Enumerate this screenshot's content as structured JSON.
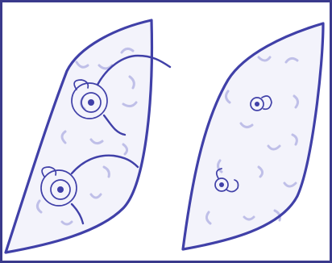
{
  "figure": {
    "panels": [
      {
        "id": "left-cell",
        "spore_count": 2
      },
      {
        "id": "right-cell",
        "spore_count": 2
      }
    ]
  },
  "colors": {
    "frame": "#3a3a8c",
    "ink": "#4040a8",
    "faint": "#b9b9e6",
    "shade": "#e9e9f8",
    "background": "#ffffff"
  }
}
